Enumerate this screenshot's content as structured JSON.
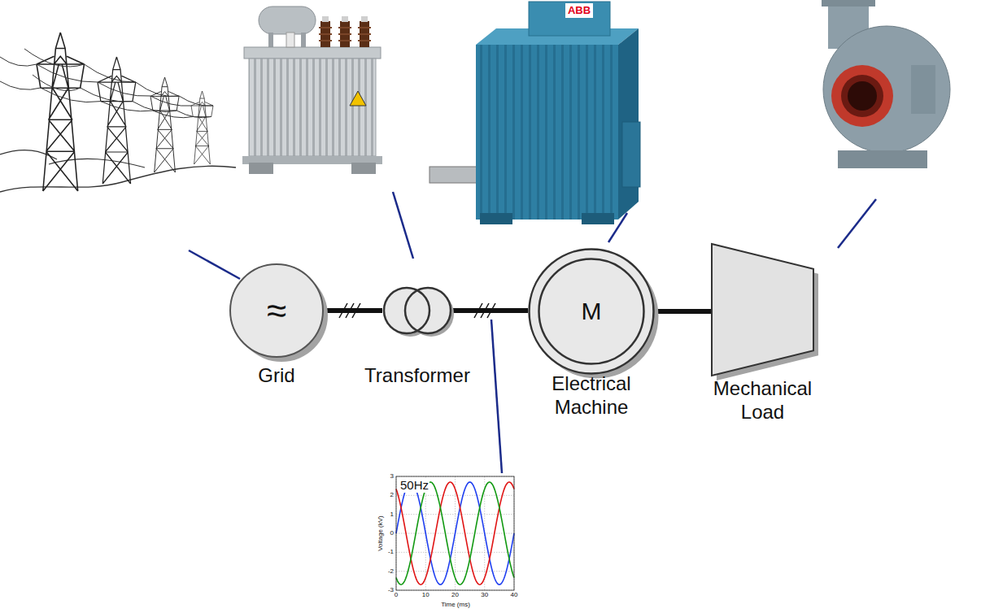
{
  "diagram": {
    "nodes": [
      {
        "text": [
          "≈",
          "Grid"
        ]
      },
      {
        "text": [
          "Transformer"
        ]
      },
      {
        "text": [
          "M",
          "Electrical Machine"
        ]
      },
      {
        "text": [
          "Mechanical Load"
        ]
      }
    ],
    "edges": [
      {
        "from": 0,
        "to": 1,
        "arrow": "none"
      },
      {
        "from": 1,
        "to": 2,
        "arrow": "none"
      },
      {
        "from": 2,
        "to": 3,
        "arrow": "none"
      }
    ],
    "labels": [
      "ABB",
      "50Hz",
      "3",
      "2",
      "1",
      "0",
      "-1",
      "-2",
      "-3",
      "0",
      "10",
      "20",
      "30",
      "40",
      "Voltage (kV)",
      "Time (ms)"
    ]
  }
}
